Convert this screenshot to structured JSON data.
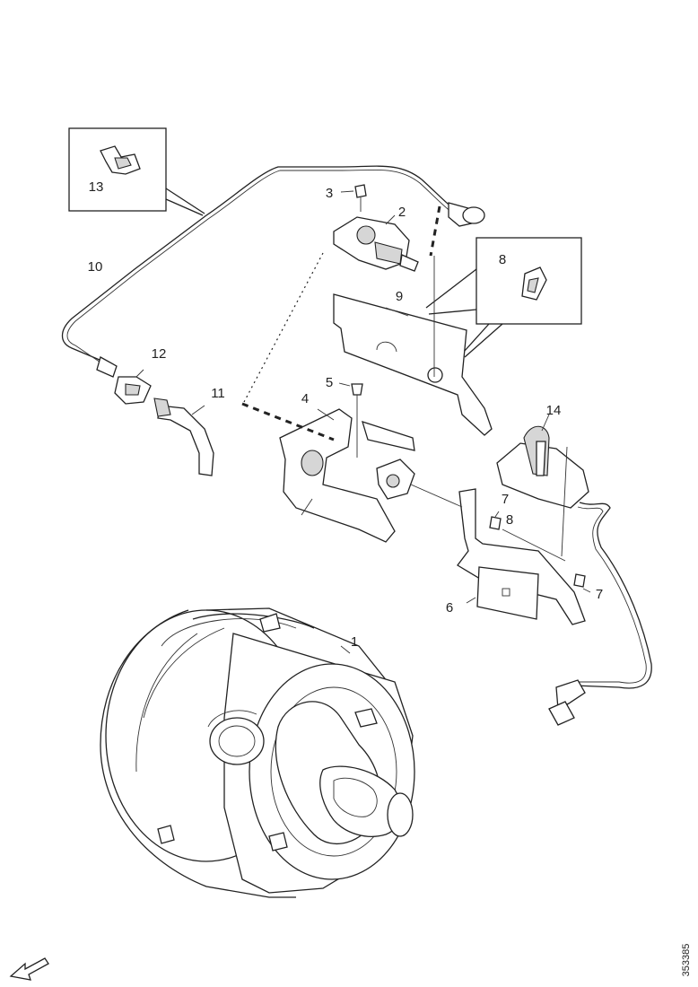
{
  "diagram": {
    "callouts": {
      "c1": "1",
      "c2": "2",
      "c3": "3",
      "c4": "4",
      "c5": "5",
      "c6": "6",
      "c7a": "7",
      "c7b": "7",
      "c8a": "8",
      "c8b": "8",
      "c9": "9",
      "c10": "10",
      "c11": "11",
      "c12": "12",
      "c13": "13",
      "c14": "14"
    },
    "reference_number": "353385"
  }
}
